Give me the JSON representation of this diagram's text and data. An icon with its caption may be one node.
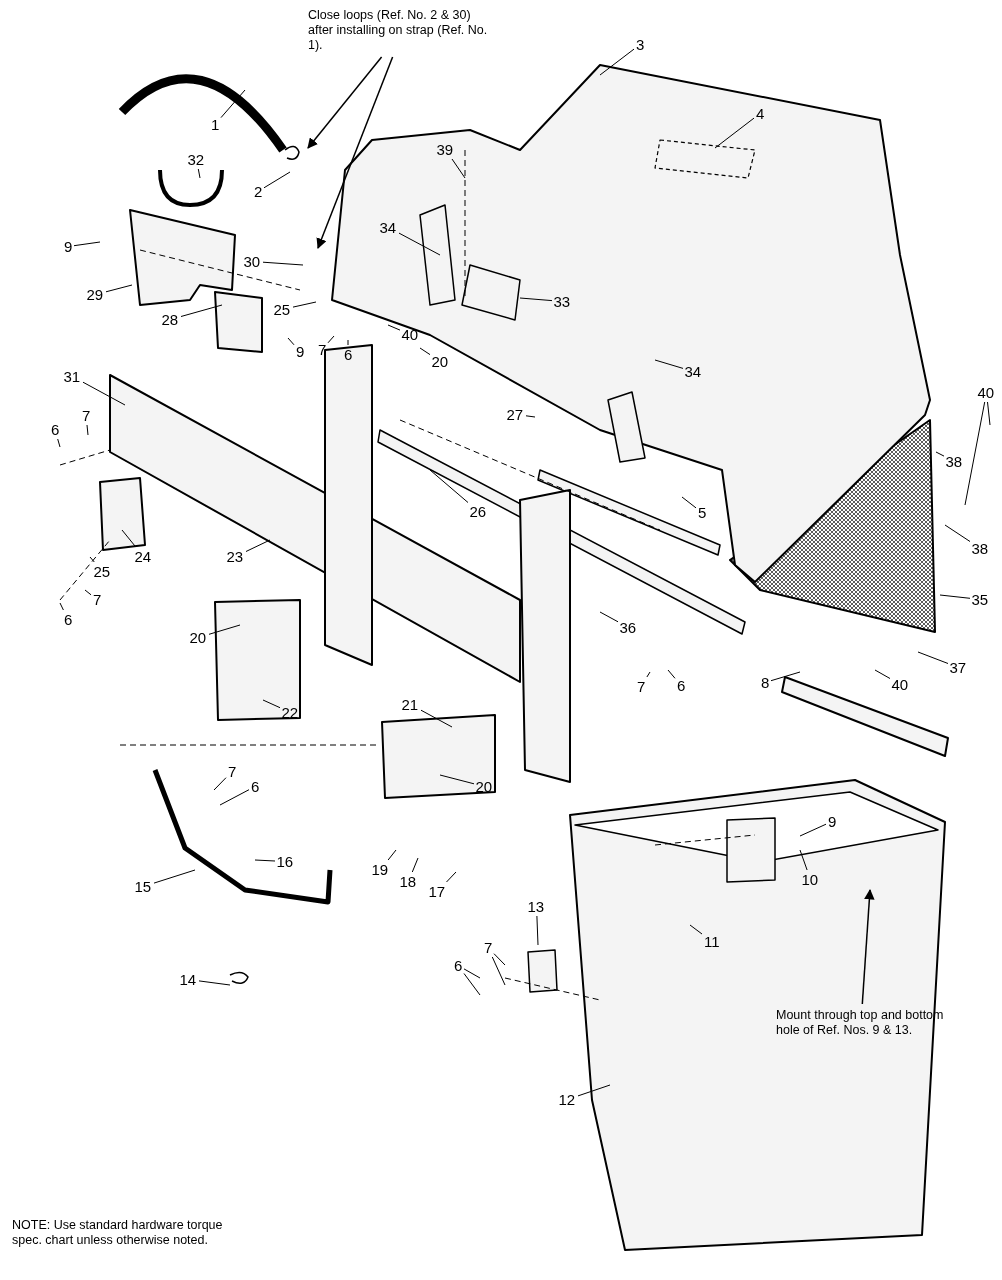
{
  "diagram": {
    "nodes": [
      {
        "text": [
          "Close loops (Ref. No. 2 & 30) after installing on strap (Ref. No. 1)."
        ]
      },
      {
        "text": [
          "3"
        ]
      },
      {
        "text": [
          "1"
        ]
      },
      {
        "text": [
          "4"
        ]
      },
      {
        "text": [
          "39"
        ]
      },
      {
        "text": [
          "32"
        ]
      },
      {
        "text": [
          "2"
        ]
      },
      {
        "text": [
          "34"
        ]
      },
      {
        "text": [
          "9"
        ]
      },
      {
        "text": [
          "30"
        ]
      },
      {
        "text": [
          "29"
        ]
      },
      {
        "text": [
          "33"
        ]
      },
      {
        "text": [
          "25"
        ]
      },
      {
        "text": [
          "28"
        ]
      },
      {
        "text": [
          "40"
        ]
      },
      {
        "text": [
          "7"
        ]
      },
      {
        "text": [
          "9"
        ]
      },
      {
        "text": [
          "6"
        ]
      },
      {
        "text": [
          "20"
        ]
      },
      {
        "text": [
          "34"
        ]
      },
      {
        "text": [
          "31"
        ]
      },
      {
        "text": [
          "40"
        ]
      },
      {
        "text": [
          "7"
        ]
      },
      {
        "text": [
          "27"
        ]
      },
      {
        "text": [
          "38"
        ]
      },
      {
        "text": [
          "6"
        ]
      },
      {
        "text": [
          "26"
        ]
      },
      {
        "text": [
          "5"
        ]
      },
      {
        "text": [
          "38"
        ]
      },
      {
        "text": [
          "24"
        ]
      },
      {
        "text": [
          "23"
        ]
      },
      {
        "text": [
          "25"
        ]
      },
      {
        "text": [
          "35"
        ]
      },
      {
        "text": [
          "7"
        ]
      },
      {
        "text": [
          "6"
        ]
      },
      {
        "text": [
          "36"
        ]
      },
      {
        "text": [
          "20"
        ]
      },
      {
        "text": [
          "37"
        ]
      },
      {
        "text": [
          "8"
        ]
      },
      {
        "text": [
          "40"
        ]
      },
      {
        "text": [
          "6"
        ]
      },
      {
        "text": [
          "7"
        ]
      },
      {
        "text": [
          "21"
        ]
      },
      {
        "text": [
          "22"
        ]
      },
      {
        "text": [
          "7"
        ]
      },
      {
        "text": [
          "6"
        ]
      },
      {
        "text": [
          "20"
        ]
      },
      {
        "text": [
          "9"
        ]
      },
      {
        "text": [
          "16"
        ]
      },
      {
        "text": [
          "19"
        ]
      },
      {
        "text": [
          "10"
        ]
      },
      {
        "text": [
          "18"
        ]
      },
      {
        "text": [
          "15"
        ]
      },
      {
        "text": [
          "17"
        ]
      },
      {
        "text": [
          "13"
        ]
      },
      {
        "text": [
          "11"
        ]
      },
      {
        "text": [
          "7"
        ]
      },
      {
        "text": [
          "6"
        ]
      },
      {
        "text": [
          "14"
        ]
      },
      {
        "text": [
          "Mount through top and bottom hole of Ref. Nos. 9 & 13."
        ]
      },
      {
        "text": [
          "12"
        ]
      }
    ],
    "edges": [
      {
        "from": 0,
        "to": null,
        "arrow": "to"
      },
      {
        "from": 0,
        "to": null,
        "arrow": "to"
      },
      {
        "from": 1,
        "to": null,
        "arrow": "none"
      },
      {
        "from": 2,
        "to": null,
        "arrow": "none"
      },
      {
        "from": 3,
        "to": null,
        "arrow": "none"
      },
      {
        "from": 4,
        "to": null,
        "arrow": "none"
      },
      {
        "from": 5,
        "to": null,
        "arrow": "none"
      },
      {
        "from": 6,
        "to": null,
        "arrow": "none"
      },
      {
        "from": 7,
        "to": null,
        "arrow": "none"
      },
      {
        "from": 8,
        "to": null,
        "arrow": "none"
      },
      {
        "from": 9,
        "to": null,
        "arrow": "none"
      },
      {
        "from": 10,
        "to": null,
        "arrow": "none"
      },
      {
        "from": 11,
        "to": null,
        "arrow": "none"
      },
      {
        "from": 12,
        "to": null,
        "arrow": "none"
      },
      {
        "from": 13,
        "to": null,
        "arrow": "none"
      },
      {
        "from": 14,
        "to": null,
        "arrow": "none"
      },
      {
        "from": 15,
        "to": null,
        "arrow": "none"
      },
      {
        "from": 16,
        "to": null,
        "arrow": "none"
      },
      {
        "from": 17,
        "to": null,
        "arrow": "none"
      },
      {
        "from": 18,
        "to": null,
        "arrow": "none"
      },
      {
        "from": 19,
        "to": null,
        "arrow": "none"
      },
      {
        "from": 20,
        "to": null,
        "arrow": "none"
      },
      {
        "from": 21,
        "to": null,
        "arrow": "none"
      },
      {
        "from": 21,
        "to": null,
        "arrow": "none"
      },
      {
        "from": 22,
        "to": null,
        "arrow": "none"
      },
      {
        "from": 23,
        "to": null,
        "arrow": "none"
      },
      {
        "from": 24,
        "to": null,
        "arrow": "none"
      },
      {
        "from": 25,
        "to": null,
        "arrow": "none"
      },
      {
        "from": 26,
        "to": null,
        "arrow": "none"
      },
      {
        "from": 27,
        "to": null,
        "arrow": "none"
      },
      {
        "from": 28,
        "to": null,
        "arrow": "none"
      },
      {
        "from": 29,
        "to": null,
        "arrow": "none"
      },
      {
        "from": 30,
        "to": null,
        "arrow": "none"
      },
      {
        "from": 31,
        "to": null,
        "arrow": "none"
      },
      {
        "from": 32,
        "to": null,
        "arrow": "none"
      },
      {
        "from": 33,
        "to": null,
        "arrow": "none"
      },
      {
        "from": 34,
        "to": null,
        "arrow": "none"
      },
      {
        "from": 35,
        "to": null,
        "arrow": "none"
      },
      {
        "from": 36,
        "to": null,
        "arrow": "none"
      },
      {
        "from": 37,
        "to": null,
        "arrow": "none"
      },
      {
        "from": 38,
        "to": null,
        "arrow": "none"
      },
      {
        "from": 39,
        "to": null,
        "arrow": "none"
      },
      {
        "from": 40,
        "to": null,
        "arrow": "none"
      },
      {
        "from": 41,
        "to": null,
        "arrow": "none"
      },
      {
        "from": 42,
        "to": null,
        "arrow": "none"
      },
      {
        "from": 43,
        "to": null,
        "arrow": "none"
      },
      {
        "from": 44,
        "to": null,
        "arrow": "none"
      },
      {
        "from": 45,
        "to": null,
        "arrow": "none"
      },
      {
        "from": 46,
        "to": null,
        "arrow": "none"
      },
      {
        "from": 47,
        "to": null,
        "arrow": "none"
      },
      {
        "from": 48,
        "to": null,
        "arrow": "none"
      },
      {
        "from": 49,
        "to": null,
        "arrow": "none"
      },
      {
        "from": 50,
        "to": null,
        "arrow": "none"
      },
      {
        "from": 51,
        "to": null,
        "arrow": "none"
      },
      {
        "from": 52,
        "to": null,
        "arrow": "none"
      },
      {
        "from": 53,
        "to": null,
        "arrow": "none"
      },
      {
        "from": 54,
        "to": null,
        "arrow": "none"
      },
      {
        "from": 55,
        "to": null,
        "arrow": "none"
      },
      {
        "from": 56,
        "to": null,
        "arrow": "none"
      },
      {
        "from": 56,
        "to": null,
        "arrow": "none"
      },
      {
        "from": 57,
        "to": null,
        "arrow": "none"
      },
      {
        "from": 57,
        "to": null,
        "arrow": "none"
      },
      {
        "from": 58,
        "to": null,
        "arrow": "none"
      },
      {
        "from": 59,
        "to": null,
        "arrow": "to"
      },
      {
        "from": 60,
        "to": null,
        "arrow": "none"
      }
    ],
    "labels": [
      "NOTE: Use standard hardware torque spec. chart unless otherwise noted."
    ]
  }
}
